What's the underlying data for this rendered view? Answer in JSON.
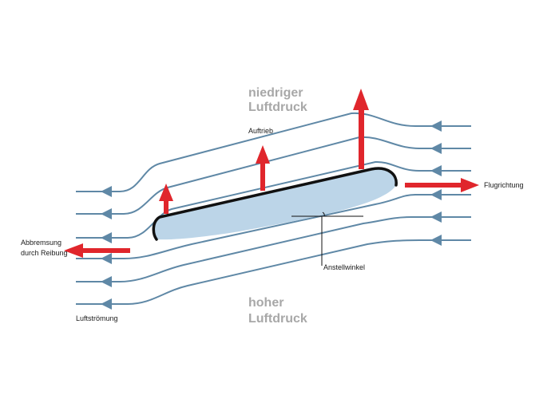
{
  "labels": {
    "low_pressure_line1": "niedriger",
    "low_pressure_line2": "Luftdruck",
    "high_pressure_line1": "hoher",
    "high_pressure_line2": "Luftdruck",
    "lift": "Auftrieb",
    "flight_direction": "Flugrichtung",
    "drag_line1": "Abbremsung",
    "drag_line2": "durch Reibung",
    "angle_of_attack": "Anstellwinkel",
    "airflow": "Luftströmung"
  },
  "colors": {
    "streamline": "#5f88a6",
    "force_arrow": "#e0262c",
    "wing_fill": "#bcd5e8",
    "wing_outline": "#111111",
    "pressure_text": "#a8a8a8"
  }
}
